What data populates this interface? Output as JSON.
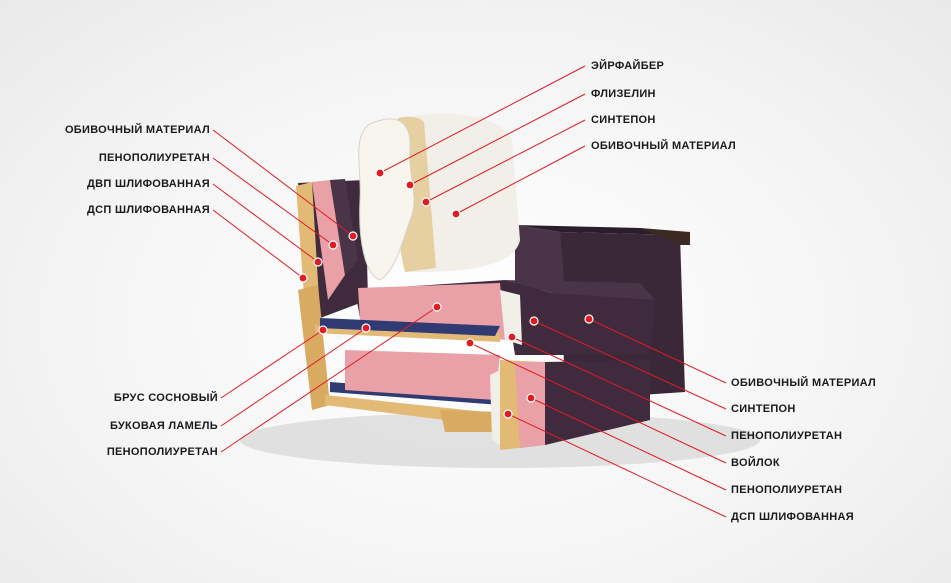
{
  "colors": {
    "leader_line": "#e01b22",
    "marker": "#e01b22",
    "upholstery": "#3f2b3d",
    "foam": "#e9a0a6",
    "wood": "#e2b975",
    "fiber": "#f2efe8",
    "felt": "#2f3b72"
  },
  "labels": {
    "airfiber": "ЭЙРФАЙБЕР",
    "flizelin": "ФЛИЗЕЛИН",
    "sintepon_top": "СИНТЕПОН",
    "upholstery_top_right": "ОБИВОЧНЫЙ МАТЕРИАЛ",
    "upholstery_left": "ОБИВОЧНЫЙ МАТЕРИАЛ",
    "ppu_left": "ПЕНОПОЛИУРЕТАН",
    "dvp": "ДВП ШЛИФОВАННАЯ",
    "dsp_left": "ДСП ШЛИФОВАННАЯ",
    "brus": "БРУС СОСНОВЫЙ",
    "lamel": "БУКОВАЯ ЛАМЕЛЬ",
    "ppu_bottom_left": "ПЕНОПОЛИУРЕТАН",
    "upholstery_right": "ОБИВОЧНЫЙ МАТЕРИАЛ",
    "sintepon_right": "СИНТЕПОН",
    "ppu_right": "ПЕНОПОЛИУРЕТАН",
    "voilok": "ВОЙЛОК",
    "ppu_right2": "ПЕНОПОЛИУРЕТАН",
    "dsp_right": "ДСП ШЛИФОВАННАЯ"
  }
}
